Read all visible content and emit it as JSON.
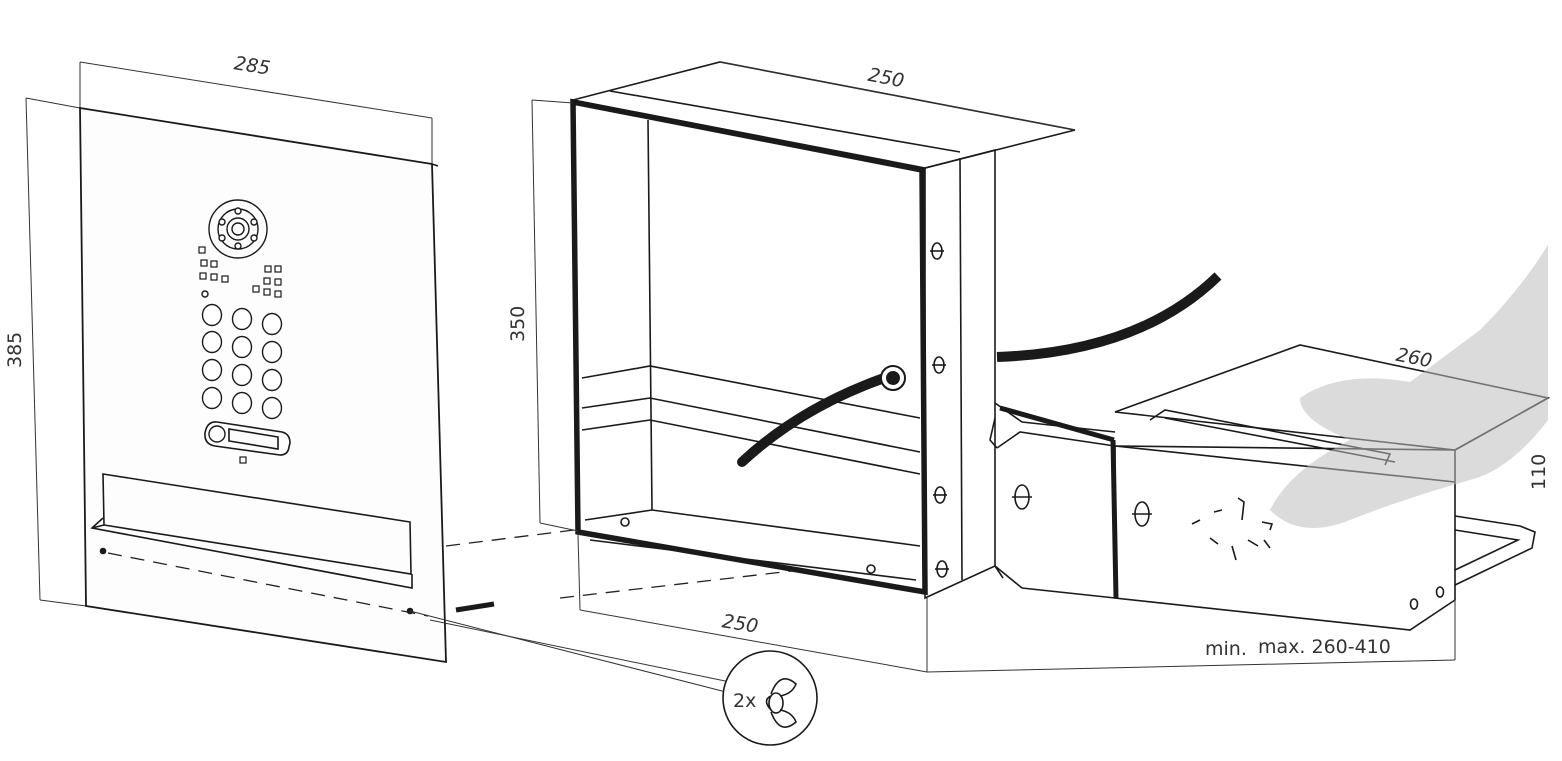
{
  "dimensions": {
    "panel_width": "285",
    "panel_height": "385",
    "box_top_width": "250",
    "box_height": "350",
    "box_bottom_width": "250",
    "sleeve_depth": "260",
    "sleeve_height": "110",
    "min_label": "min.",
    "max_label": "max. 260-410"
  },
  "hardware": {
    "wingnut_qty": "2x"
  },
  "colors": {
    "line": "#1a1a1a",
    "hand": "#bdbdbd"
  }
}
